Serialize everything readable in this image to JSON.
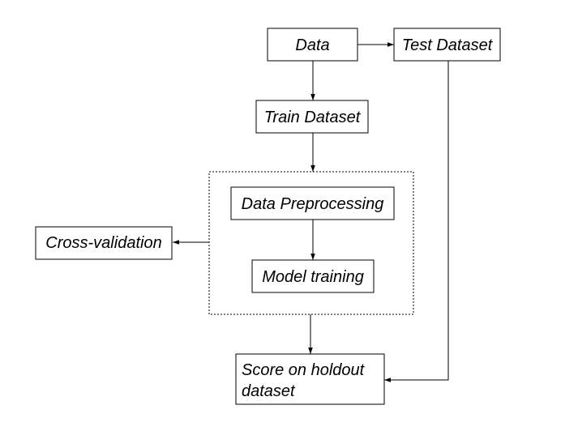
{
  "diagram": {
    "nodes": {
      "data": "Data",
      "test_dataset": "Test Dataset",
      "train_dataset": "Train Dataset",
      "data_preprocessing": "Data Preprocessing",
      "cross_validation": "Cross-validation",
      "model_training": "Model training",
      "score_line1": "Score on holdout",
      "score_line2": "dataset"
    },
    "edges": [
      {
        "from": "data",
        "to": "test_dataset"
      },
      {
        "from": "data",
        "to": "train_dataset"
      },
      {
        "from": "train_dataset",
        "to": "training_region"
      },
      {
        "from": "data_preprocessing",
        "to": "model_training"
      },
      {
        "from": "training_region",
        "to": "cross_validation"
      },
      {
        "from": "training_region",
        "to": "score_on_holdout_dataset"
      },
      {
        "from": "test_dataset",
        "to": "score_on_holdout_dataset"
      }
    ]
  }
}
